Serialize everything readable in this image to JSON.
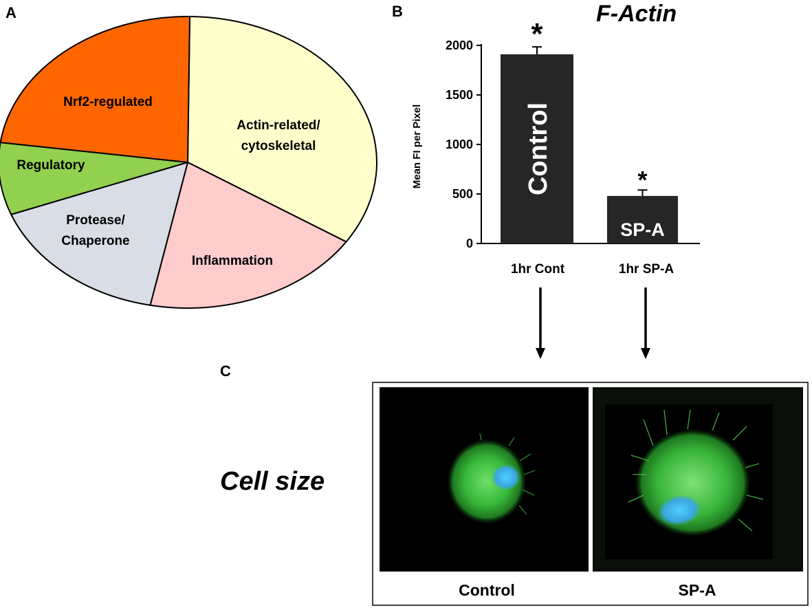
{
  "panels": {
    "a": "A",
    "b": "B",
    "c": "C"
  },
  "chart_data": [
    {
      "type": "pie",
      "slices": [
        {
          "label": "Actin-related/\ncytoskeletal",
          "value": 34,
          "color": "#ffffcc"
        },
        {
          "label": "Inflammation",
          "value": 19,
          "color": "#ffcccc"
        },
        {
          "label": "Protease/\nChaperone",
          "value": 16,
          "color": "#d9dde6"
        },
        {
          "label": "Regulatory",
          "value": 8,
          "color": "#92d050"
        },
        {
          "label": "Nrf2-regulated",
          "value": 23,
          "color": "#ff6600"
        }
      ]
    },
    {
      "type": "bar",
      "title": "F-Actin",
      "ylabel": "Mean FI per Pixel",
      "categories": [
        "1hr Cont",
        "1hr SP-A"
      ],
      "values": [
        1910,
        480
      ],
      "errors": [
        75,
        60
      ],
      "bar_labels": [
        "Control",
        "SP-A"
      ],
      "significance": [
        "*",
        "*"
      ],
      "ylim": [
        0,
        2000
      ],
      "yticks": [
        0,
        500,
        1000,
        1500,
        2000
      ],
      "bar_color": "#262626"
    }
  ],
  "panel_c": {
    "row_label": "Cell size",
    "images": [
      {
        "caption": "Control"
      },
      {
        "caption": "SP-A"
      }
    ]
  }
}
